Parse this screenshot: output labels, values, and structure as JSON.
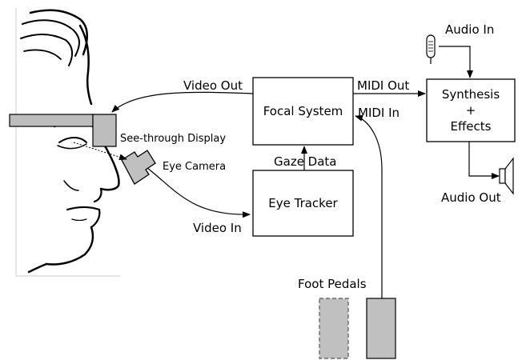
{
  "labels": {
    "video_out": "Video Out",
    "focal_system": "Focal System",
    "midi_out": "MIDI Out",
    "midi_in": "MIDI In",
    "see_through_display": "See-through Display",
    "eye_camera": "Eye Camera",
    "gaze_data": "Gaze Data",
    "eye_tracker": "Eye Tracker",
    "video_in": "Video In",
    "audio_in": "Audio In",
    "synthesis": "Synthesis",
    "plus": "+",
    "effects": "Effects",
    "audio_out": "Audio Out",
    "foot_pedals": "Foot Pedals"
  },
  "icons": [
    "microphone-icon",
    "speaker-icon"
  ],
  "colors": {
    "line": "#000000",
    "device_fill": "#c0c0c0",
    "display_fill": "#bdbdbd",
    "face_boundary": "#cccccc"
  }
}
